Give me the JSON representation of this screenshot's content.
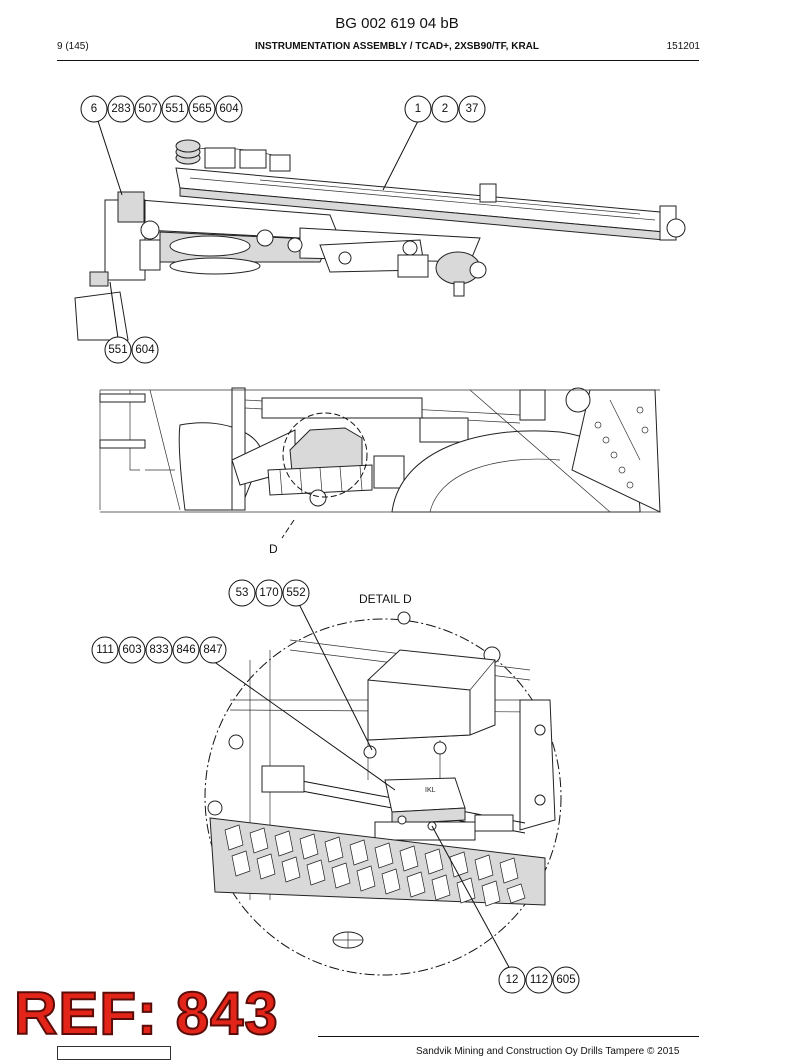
{
  "header": {
    "doc_id": "BG 002 619 04 bB",
    "page": "9 (145)",
    "title": "INSTRUMENTATION ASSEMBLY / TCAD+, 2XSB90/TF, KRAL",
    "date": "151201"
  },
  "views": {
    "top": {
      "callouts_left": [
        "6",
        "283",
        "507",
        "551",
        "565",
        "604"
      ],
      "callouts_right": [
        "1",
        "2",
        "37"
      ],
      "callouts_bottom": [
        "551",
        "604"
      ]
    },
    "middle": {
      "detail_ref": "D"
    },
    "detail": {
      "title": "DETAIL D",
      "callouts_top": [
        "53",
        "170",
        "552"
      ],
      "callouts_left": [
        "111",
        "603",
        "833",
        "846",
        "847"
      ],
      "callouts_bottom": [
        "12",
        "112",
        "605"
      ]
    }
  },
  "stamp": {
    "ref_text": "REF: 843"
  },
  "footer": {
    "copyright": "Sandvik Mining and Construction Oy Drills Tampere © 2015"
  }
}
